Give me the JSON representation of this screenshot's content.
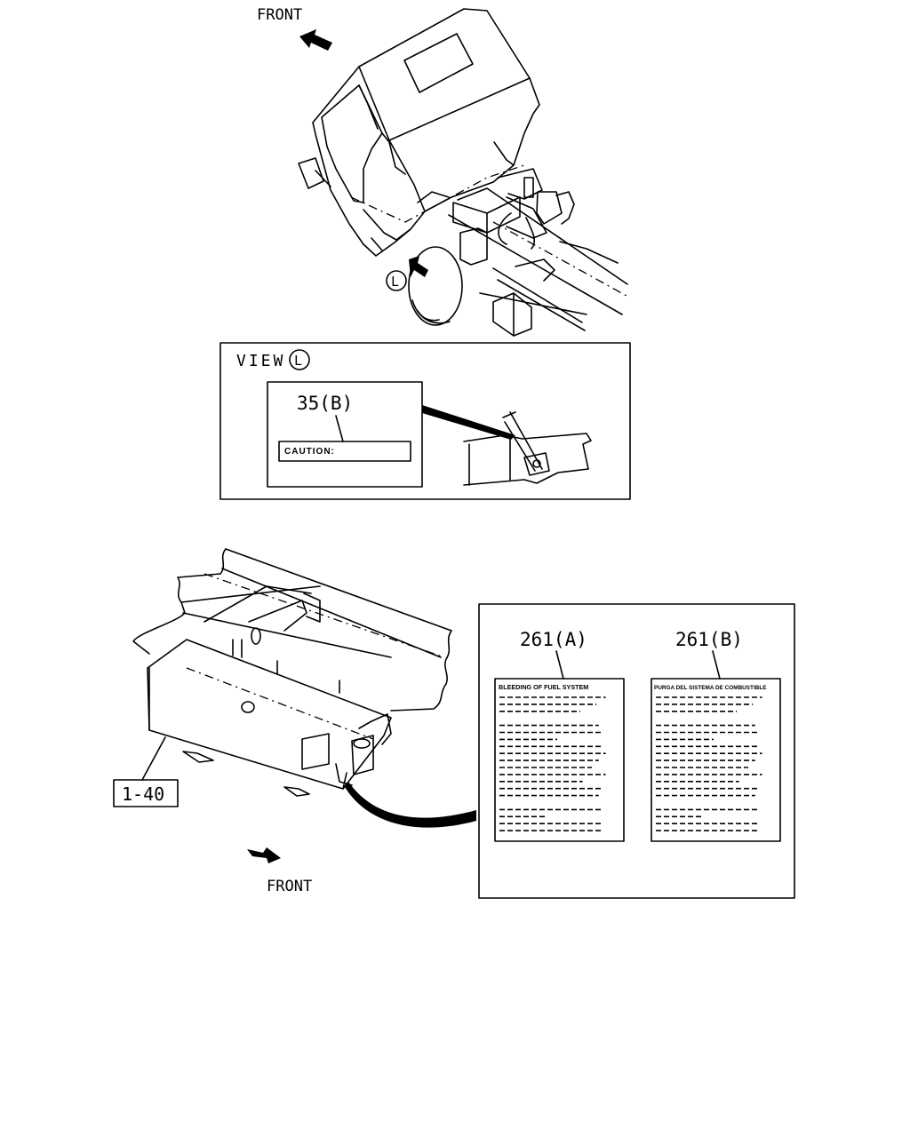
{
  "top_view": {
    "front_label": "FRONT",
    "view_marker": "L"
  },
  "detail_view": {
    "title": "VIEW",
    "title_marker": "L",
    "part_number": "35(B)",
    "label_text": "CAUTION:"
  },
  "bottom_view": {
    "front_label": "FRONT",
    "part_reference": "1-40"
  },
  "labels_detail": {
    "label_a": {
      "part_number": "261(A)",
      "heading": "BLEEDING OF FUEL SYSTEM"
    },
    "label_b": {
      "part_number": "261(B)",
      "heading": "PURGA DEL SISTEMA DE COMBUSTIBLE"
    }
  }
}
